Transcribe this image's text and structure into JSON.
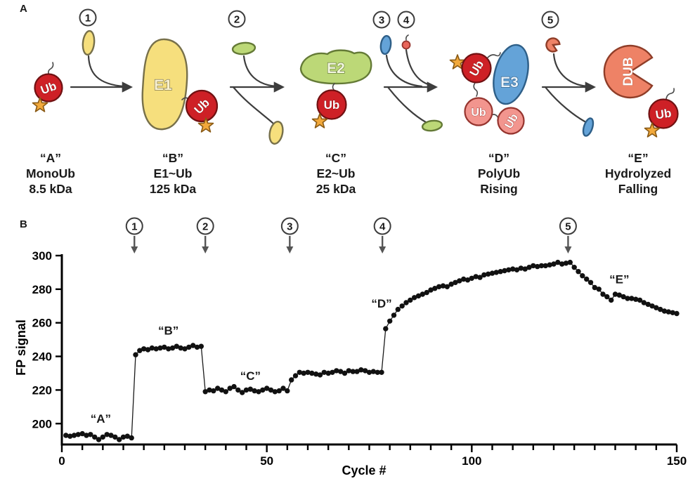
{
  "figure": {
    "panel_a_letter": "A",
    "panel_b_letter": "B"
  },
  "panel_a": {
    "steps": [
      "1",
      "2",
      "3",
      "4",
      "5"
    ],
    "molecules": {
      "ub": "Ub",
      "e1": "E1",
      "e2": "E2",
      "e3": "E3",
      "dub": "DUB"
    },
    "stages": [
      {
        "code": "“A”",
        "name": "MonoUb",
        "detail": "8.5 kDa"
      },
      {
        "code": "“B”",
        "name": "E1~Ub",
        "detail": "125 kDa"
      },
      {
        "code": "“C”",
        "name": "E2~Ub",
        "detail": "25 kDa"
      },
      {
        "code": "“D”",
        "name": "PolyUb",
        "detail": "Rising"
      },
      {
        "code": "“E”",
        "name": "Hydrolyzed",
        "detail": "Falling"
      }
    ],
    "colors": {
      "ubiquitin_red": "#CE2026",
      "poly_ub_pink": "#F2958E",
      "e1_yellow": "#F6DF7D",
      "e2_green": "#BCD877",
      "e3_blue": "#64A3D8",
      "dub_salmon": "#EE8266",
      "star_orange": "#F2A93B"
    }
  },
  "chart_data": {
    "type": "scatter",
    "title": "",
    "xlabel": "Cycle #",
    "ylabel": "FP signal",
    "xlim": [
      0,
      150
    ],
    "ylim": [
      187,
      300
    ],
    "x_ticks": [
      0,
      50,
      100,
      150
    ],
    "x_minor_tick_step": 5,
    "y_ticks": [
      200,
      220,
      240,
      260,
      280,
      300
    ],
    "grid": false,
    "point_color": "#111111",
    "line_color": "#1a1a1a",
    "x_start": 1,
    "x_step": 1,
    "y": [
      193,
      192.5,
      193,
      193.5,
      194,
      193,
      193.5,
      192,
      190.5,
      192,
      193.5,
      193,
      192,
      190.5,
      192,
      192.5,
      191.5,
      241,
      243.5,
      244.5,
      244,
      245,
      244.5,
      245,
      245.5,
      244.5,
      245,
      246,
      245,
      244.5,
      245.5,
      246.5,
      245.5,
      246,
      219,
      220,
      219.5,
      221,
      220,
      219,
      221,
      222,
      220,
      218.5,
      220,
      220.5,
      219.5,
      219,
      220,
      221,
      220,
      219,
      219.5,
      221,
      219.5,
      226,
      228.5,
      230.5,
      230,
      230.5,
      230,
      229.5,
      229,
      230.5,
      230,
      230.5,
      231.5,
      231,
      230,
      231.5,
      231,
      231,
      232,
      231.5,
      230.5,
      231,
      230.5,
      230.5,
      256.5,
      261,
      264.5,
      268,
      270,
      272,
      273.5,
      275,
      276,
      277,
      278,
      279.5,
      280.5,
      281.5,
      282,
      281.5,
      283,
      284,
      285,
      286,
      285.5,
      286.5,
      287.5,
      287,
      288.5,
      289,
      289.5,
      290,
      290.5,
      291,
      291.5,
      292,
      291.5,
      292.5,
      292,
      293,
      294,
      293.5,
      294,
      294,
      294.5,
      295,
      296,
      295,
      295.5,
      296,
      293,
      290.5,
      288,
      286,
      284,
      281,
      280,
      277,
      275.5,
      273.5,
      277,
      276.5,
      275.5,
      274.5,
      274.5,
      274,
      273.5,
      272,
      271,
      270,
      269,
      268,
      267,
      266.5,
      266,
      265.5
    ],
    "event_arrows": [
      {
        "label": "1",
        "cycle": 17.7
      },
      {
        "label": "2",
        "cycle": 35
      },
      {
        "label": "3",
        "cycle": 55.6
      },
      {
        "label": "4",
        "cycle": 78.2
      },
      {
        "label": "5",
        "cycle": 123.5
      }
    ],
    "phase_labels": [
      {
        "text": "“A”",
        "cycle": 9.5,
        "value": 203
      },
      {
        "text": "“B”",
        "cycle": 26,
        "value": 255.5
      },
      {
        "text": "“C”",
        "cycle": 46,
        "value": 228.5
      },
      {
        "text": "“D”",
        "cycle": 78,
        "value": 271.5
      },
      {
        "text": "“E”",
        "cycle": 136,
        "value": 286
      }
    ]
  }
}
